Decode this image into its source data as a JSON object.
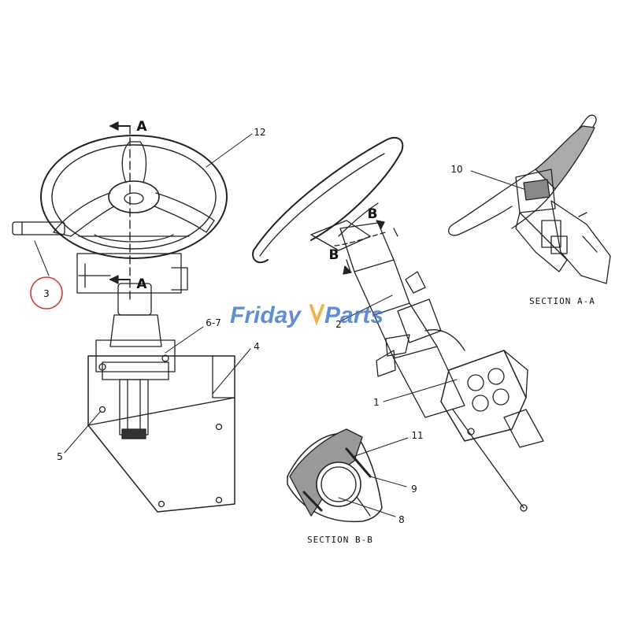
{
  "callouts": {
    "c1": "1",
    "c2": "2",
    "c3": "3",
    "c4": "4",
    "c5": "5",
    "c67": "6-7",
    "c8": "8",
    "c9": "9",
    "c10": "10",
    "c11": "11",
    "c12": "12"
  },
  "section_markers": {
    "a_top": "A",
    "a_bottom": "A",
    "b_top": "B",
    "b_bottom": "B"
  },
  "section_titles": {
    "aa": "SECTION A-A",
    "bb": "SECTION B-B"
  },
  "watermark": {
    "part1": "Friday",
    "part2": "Parts",
    "color_blue": "#3a73c9",
    "color_orange": "#f0a020"
  },
  "highlight_color": "#d23a3a"
}
